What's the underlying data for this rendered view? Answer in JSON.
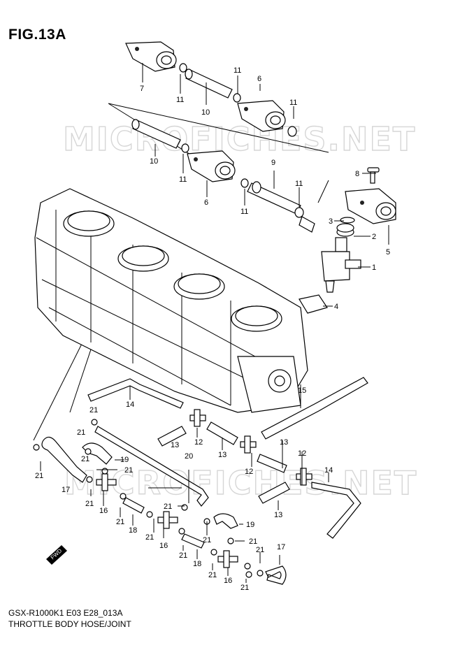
{
  "figure": {
    "title": "FIG.13A",
    "model_code": "GSX-R1000K1 E03 E28_013A",
    "caption": "THROTTLE BODY HOSE/JOINT"
  },
  "watermarks": [
    "MICROFICHES.NET",
    "MICROFICHES.NET"
  ],
  "direction_badge": "FWD",
  "callouts": [
    {
      "id": "c7",
      "text": "7"
    },
    {
      "id": "c11a",
      "text": "11"
    },
    {
      "id": "c10a",
      "text": "10"
    },
    {
      "id": "c11b",
      "text": "11"
    },
    {
      "id": "c6a",
      "text": "6"
    },
    {
      "id": "c11c",
      "text": "11"
    },
    {
      "id": "c10b",
      "text": "10"
    },
    {
      "id": "c11d",
      "text": "11"
    },
    {
      "id": "c6b",
      "text": "6"
    },
    {
      "id": "c9",
      "text": "9"
    },
    {
      "id": "c11e",
      "text": "11"
    },
    {
      "id": "c11f",
      "text": "11"
    },
    {
      "id": "c8",
      "text": "8"
    },
    {
      "id": "c3",
      "text": "3"
    },
    {
      "id": "c2",
      "text": "2"
    },
    {
      "id": "c5",
      "text": "5"
    },
    {
      "id": "c1",
      "text": "1"
    },
    {
      "id": "c4",
      "text": "4"
    },
    {
      "id": "c14a",
      "text": "14"
    },
    {
      "id": "c15",
      "text": "15"
    },
    {
      "id": "c21a",
      "text": "21"
    },
    {
      "id": "c21b",
      "text": "21"
    },
    {
      "id": "c12a",
      "text": "12"
    },
    {
      "id": "c13a",
      "text": "13"
    },
    {
      "id": "c13b",
      "text": "13"
    },
    {
      "id": "c13c",
      "text": "13"
    },
    {
      "id": "c21c",
      "text": "21"
    },
    {
      "id": "c19a",
      "text": "19"
    },
    {
      "id": "c20",
      "text": "20"
    },
    {
      "id": "c12b",
      "text": "12"
    },
    {
      "id": "c12c",
      "text": "12"
    },
    {
      "id": "c14b",
      "text": "14"
    },
    {
      "id": "c21d",
      "text": "21"
    },
    {
      "id": "c21e",
      "text": "21"
    },
    {
      "id": "c17a",
      "text": "17"
    },
    {
      "id": "c21f",
      "text": "21"
    },
    {
      "id": "c16a",
      "text": "16"
    },
    {
      "id": "c21g",
      "text": "21"
    },
    {
      "id": "c18a",
      "text": "18"
    },
    {
      "id": "c21h",
      "text": "21"
    },
    {
      "id": "c21i",
      "text": "21"
    },
    {
      "id": "c13d",
      "text": "13"
    },
    {
      "id": "c21j",
      "text": "21"
    },
    {
      "id": "c16b",
      "text": "16"
    },
    {
      "id": "c19b",
      "text": "19"
    },
    {
      "id": "c21k",
      "text": "21"
    },
    {
      "id": "c21l",
      "text": "21"
    },
    {
      "id": "c18b",
      "text": "18"
    },
    {
      "id": "c17b",
      "text": "17"
    },
    {
      "id": "c21m",
      "text": "21"
    },
    {
      "id": "c21n",
      "text": "21"
    },
    {
      "id": "c16c",
      "text": "16"
    },
    {
      "id": "c21o",
      "text": "21"
    }
  ]
}
